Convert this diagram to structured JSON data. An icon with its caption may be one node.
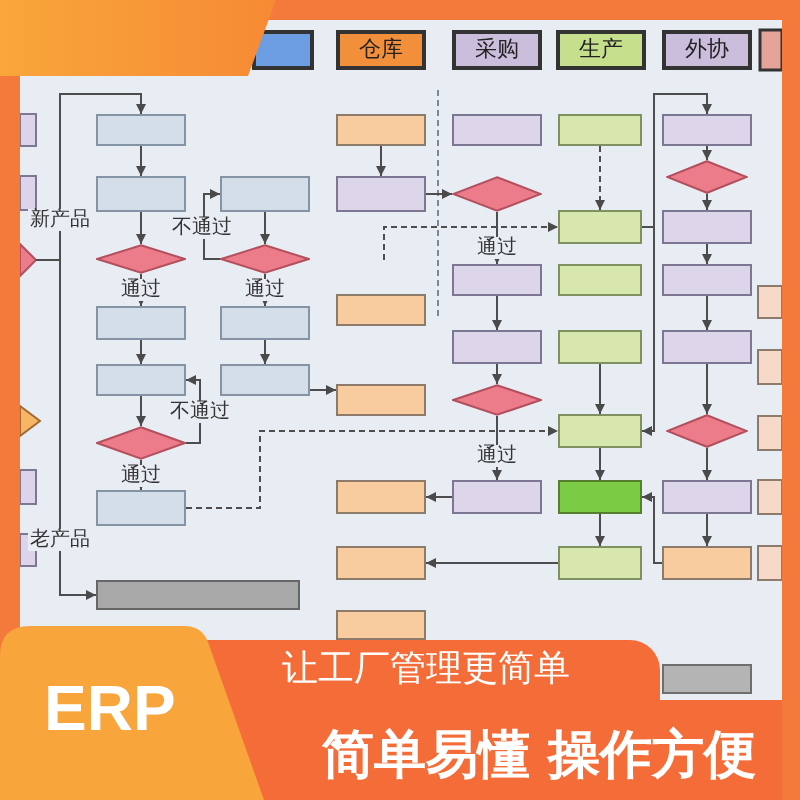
{
  "diagram": {
    "nodes": [
      {
        "text": [],
        "shape": "banner"
      },
      {
        "text": [],
        "shape": "box"
      },
      {
        "text": [
          "仓库"
        ]
      },
      {
        "text": [
          "采购"
        ]
      },
      {
        "text": [
          "生产"
        ]
      },
      {
        "text": [
          "外协"
        ]
      },
      {
        "text": [],
        "shape": "box"
      },
      {
        "text": [],
        "shape": "box"
      },
      {
        "text": [],
        "shape": "diamond"
      },
      {
        "text": [],
        "shape": "box"
      },
      {
        "text": [],
        "shape": "box"
      },
      {
        "text": [],
        "shape": "diamond"
      },
      {
        "text": [],
        "shape": "box"
      },
      {
        "text": [],
        "shape": "box"
      },
      {
        "text": [],
        "shape": "box"
      },
      {
        "text": [],
        "shape": "diamond"
      },
      {
        "text": [],
        "shape": "box"
      },
      {
        "text": [],
        "shape": "box"
      },
      {
        "text": [],
        "shape": "box"
      },
      {
        "text": [],
        "shape": "box"
      },
      {
        "text": [],
        "shape": "box"
      },
      {
        "text": [],
        "shape": "box"
      },
      {
        "text": [],
        "shape": "box"
      },
      {
        "text": [],
        "shape": "box"
      },
      {
        "text": [],
        "shape": "box"
      },
      {
        "text": [],
        "shape": "box"
      },
      {
        "text": [],
        "shape": "diamond"
      },
      {
        "text": [],
        "shape": "box"
      },
      {
        "text": [],
        "shape": "box"
      },
      {
        "text": [],
        "shape": "diamond"
      },
      {
        "text": [],
        "shape": "box"
      },
      {
        "text": [],
        "shape": "box"
      },
      {
        "text": [],
        "shape": "box"
      },
      {
        "text": [],
        "shape": "box"
      },
      {
        "text": [],
        "shape": "box"
      },
      {
        "text": [],
        "shape": "box"
      },
      {
        "text": [],
        "shape": "box"
      },
      {
        "text": [],
        "shape": "box"
      },
      {
        "text": [],
        "shape": "box"
      },
      {
        "text": [],
        "shape": "diamond"
      },
      {
        "text": [],
        "shape": "box"
      },
      {
        "text": [],
        "shape": "box"
      },
      {
        "text": [],
        "shape": "box"
      },
      {
        "text": [],
        "shape": "diamond"
      },
      {
        "text": [],
        "shape": "box"
      },
      {
        "text": [],
        "shape": "box"
      },
      {
        "text": [],
        "shape": "box"
      },
      {
        "text": [
          "ERP"
        ]
      },
      {
        "text": [
          "让工厂管理更简单",
          "简单易懂 操作方便"
        ]
      }
    ],
    "edges": [
      {
        "from": null,
        "to": 6,
        "arrow": "to",
        "label": "新产品"
      },
      {
        "from": 6,
        "to": 7,
        "arrow": "to"
      },
      {
        "from": 7,
        "to": 8,
        "arrow": "to"
      },
      {
        "from": 8,
        "to": 9,
        "arrow": "to",
        "label": "通过"
      },
      {
        "from": 9,
        "to": 10,
        "arrow": "to"
      },
      {
        "from": 10,
        "to": 11,
        "arrow": "to"
      },
      {
        "from": 11,
        "to": 12,
        "arrow": "to",
        "label": "通过"
      },
      {
        "from": 11,
        "to": 10,
        "arrow": "to",
        "label": "不通过"
      },
      {
        "from": null,
        "to": 13,
        "arrow": "to",
        "label": "老产品"
      },
      {
        "from": 14,
        "to": 15,
        "arrow": "to"
      },
      {
        "from": 15,
        "to": 16,
        "arrow": "to",
        "label": "通过"
      },
      {
        "from": 15,
        "to": 14,
        "arrow": "to",
        "label": "不通过"
      },
      {
        "from": 16,
        "to": 17,
        "arrow": "to"
      },
      {
        "from": 17,
        "to": 21,
        "arrow": "to"
      },
      {
        "from": 18,
        "to": 19,
        "arrow": "to"
      },
      {
        "from": 19,
        "to": 26,
        "arrow": "to"
      },
      {
        "from": 26,
        "to": 27,
        "arrow": "to",
        "label": "通过"
      },
      {
        "from": 27,
        "to": 28,
        "arrow": "to"
      },
      {
        "from": 28,
        "to": 29,
        "arrow": "to"
      },
      {
        "from": 29,
        "to": 30,
        "arrow": "to",
        "label": "通过"
      },
      {
        "from": 30,
        "to": 22,
        "arrow": "to"
      },
      {
        "from": null,
        "to": 32,
        "arrow": "to",
        "style": "dashed"
      },
      {
        "from": 12,
        "to": 35,
        "arrow": "to",
        "style": "dashed"
      },
      {
        "from": 31,
        "to": 32,
        "arrow": "to",
        "style": "dashed"
      },
      {
        "from": 32,
        "to": 35,
        "arrow": "to"
      },
      {
        "from": 32,
        "to": 38,
        "arrow": "to"
      },
      {
        "from": 34,
        "to": 35,
        "arrow": "to"
      },
      {
        "from": 35,
        "to": 36,
        "arrow": "to"
      },
      {
        "from": 36,
        "to": 37,
        "arrow": "to"
      },
      {
        "from": 37,
        "to": 23,
        "arrow": "to"
      },
      {
        "from": 45,
        "to": 36,
        "arrow": "to"
      },
      {
        "from": 38,
        "to": 39,
        "arrow": "to"
      },
      {
        "from": 39,
        "to": 40,
        "arrow": "to"
      },
      {
        "from": 40,
        "to": 41,
        "arrow": "to"
      },
      {
        "from": 41,
        "to": 42,
        "arrow": "to"
      },
      {
        "from": 42,
        "to": 43,
        "arrow": "to"
      },
      {
        "from": 43,
        "to": 44,
        "arrow": "to"
      },
      {
        "from": 44,
        "to": 45,
        "arrow": "to"
      }
    ]
  }
}
